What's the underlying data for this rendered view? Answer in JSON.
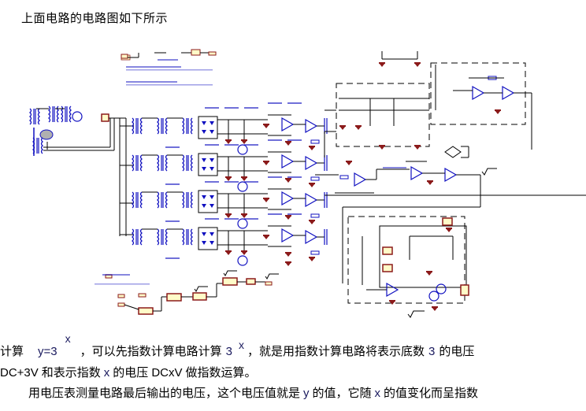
{
  "heading": "上面电路的电路图如下所示",
  "paragraph1": {
    "prefix": "计算",
    "formula_base": "y=3",
    "formula_exp": "x",
    "middle": "，可以先指数计算电路计算",
    "base2": "3",
    "exp2": "x",
    "suffix": "，就是用指数计算电路将表示底数",
    "base3": "3",
    "end": "的电压"
  },
  "paragraph2": {
    "text_a": "DC+3V",
    "text_b": "和表示指数",
    "var_x": "x",
    "text_c": "的电压",
    "text_d": "DCxV",
    "text_e": "做指数运算。"
  },
  "paragraph3": {
    "text_a": "用电压表测量电路最后输出的电压，这个电压值就是",
    "var_y": "y",
    "text_b": "的值，它随",
    "var_x": "x",
    "text_c": "的值变化而呈指数"
  },
  "schematic": {
    "description": "exponential computation circuit schematic",
    "colors": {
      "wire": "#000000",
      "component": "#1010c0",
      "ground": "#8b1a1a",
      "block_fill": "#fffbc8",
      "block_border": "#8b1a1a"
    }
  }
}
